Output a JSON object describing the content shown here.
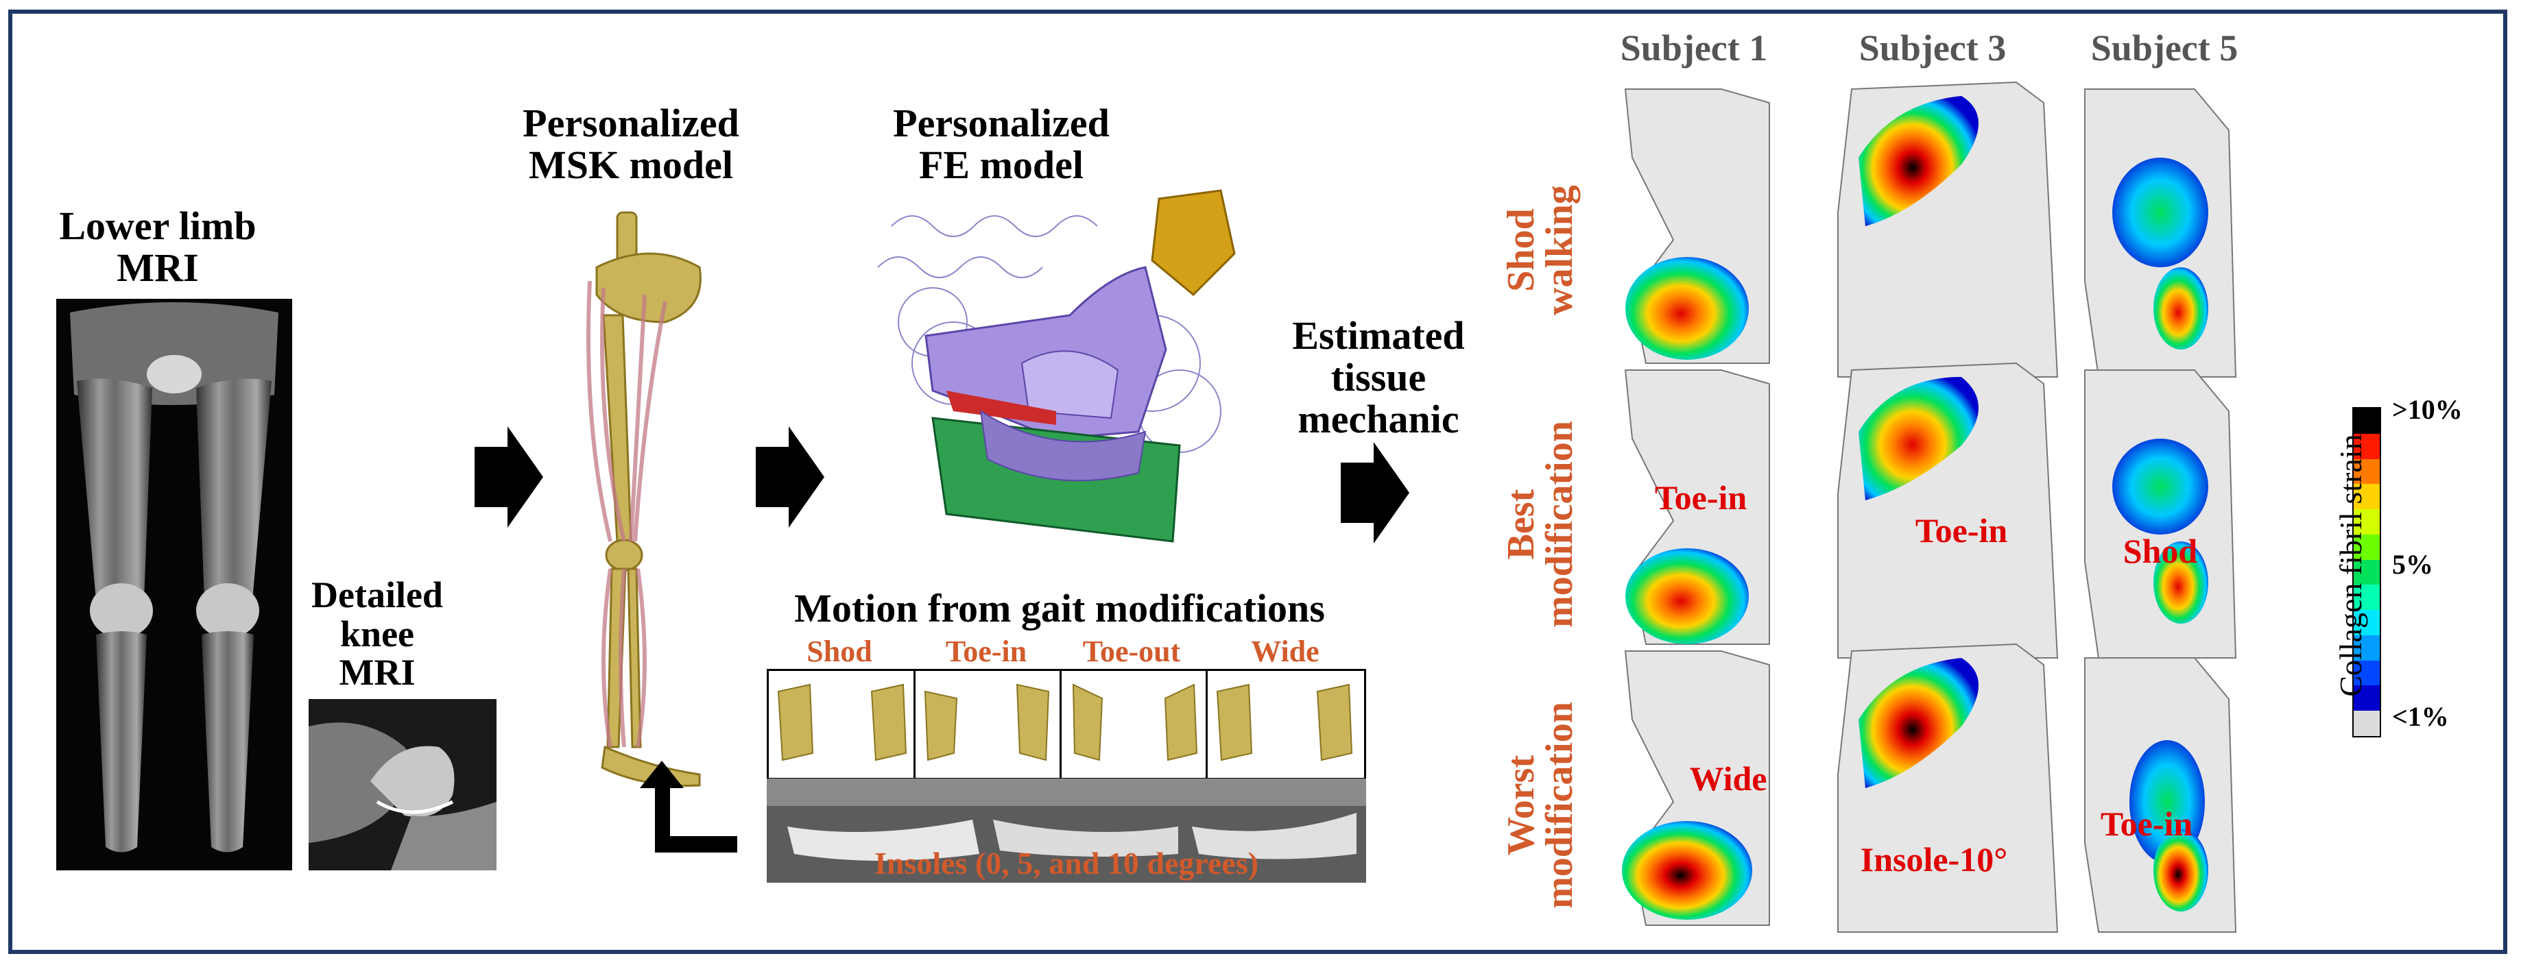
{
  "left": {
    "lower_limb_title": [
      "Lower limb",
      "MRI"
    ],
    "knee_title": [
      "Detailed",
      "knee",
      "MRI"
    ]
  },
  "middle": {
    "msk_title": [
      "Personalized",
      "MSK model"
    ],
    "fe_title": [
      "Personalized",
      "FE model"
    ],
    "motion_title": "Motion from gait modifications",
    "motion_labels": [
      "Shod",
      "Toe-in",
      "Toe-out",
      "Wide"
    ],
    "insoles_label": "Insoles (0, 5, and 10 degrees)"
  },
  "estimated": [
    "Estimated",
    "tissue",
    "mechanic"
  ],
  "results": {
    "subjects": [
      "Subject 1",
      "Subject 3",
      "Subject 5"
    ],
    "rows": [
      {
        "label": [
          "Shod",
          "walking"
        ],
        "annotations": [
          "",
          "",
          ""
        ]
      },
      {
        "label": [
          "Best",
          "modification"
        ],
        "annotations": [
          "Toe-in",
          "Toe-in",
          "Shod"
        ]
      },
      {
        "label": [
          "Worst",
          "modification"
        ],
        "annotations": [
          "Wide",
          "Insole-10°",
          "Toe-in"
        ]
      }
    ]
  },
  "colorbar": {
    "title": "Collagen fibril strain",
    "ticks": [
      ">10%",
      "5%",
      "<1%"
    ],
    "colors": [
      "#000000",
      "#ff1a00",
      "#ff7a00",
      "#ffd200",
      "#d4ff00",
      "#6dff00",
      "#00e05a",
      "#00ffb0",
      "#00e6ff",
      "#009cff",
      "#0047ff",
      "#0000cc",
      "#dcdcdc"
    ]
  },
  "colors": {
    "frame": "#1f3864",
    "accent_orange": "#d25a2b",
    "annotation_red": "#e00000"
  }
}
